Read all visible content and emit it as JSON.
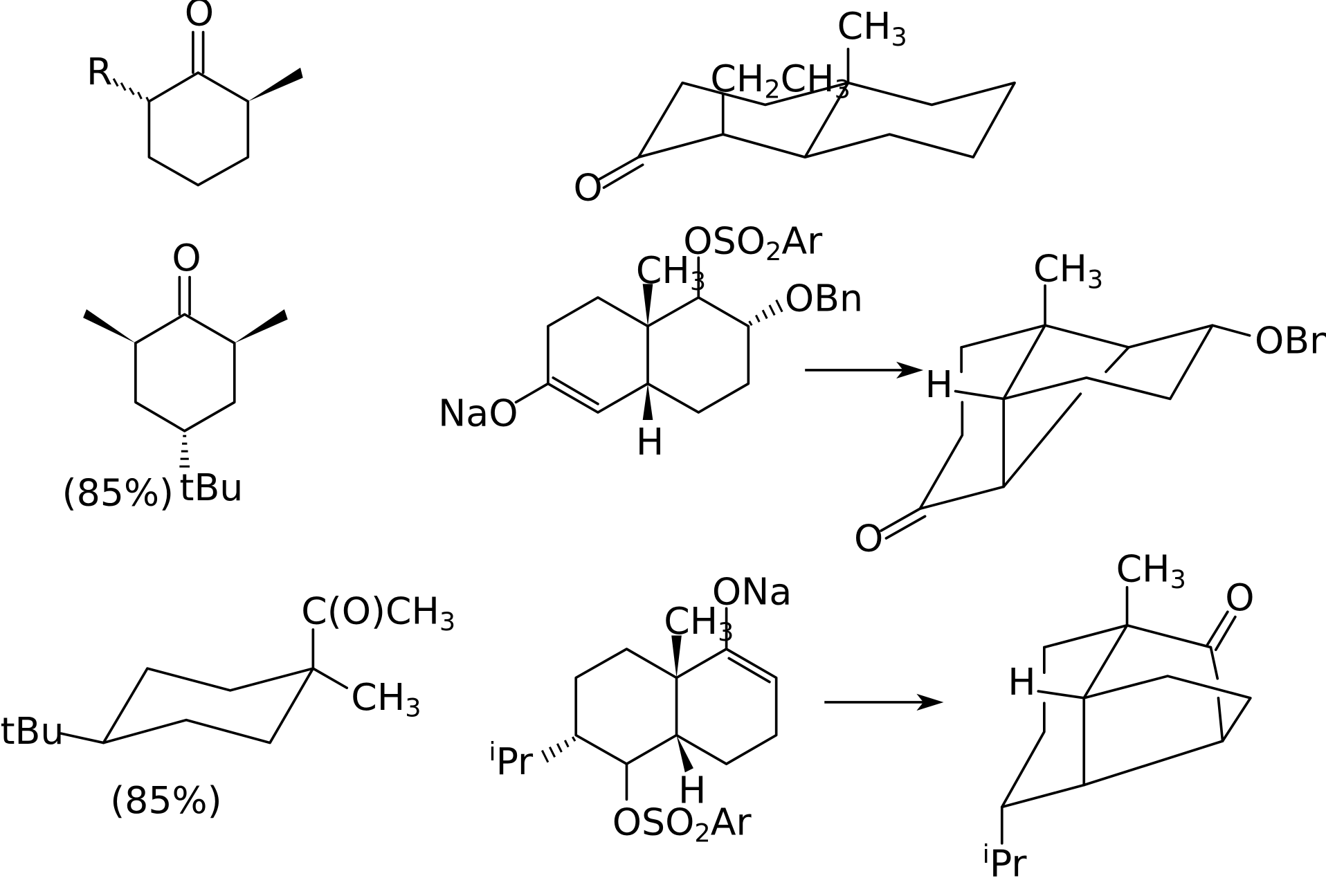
{
  "compound_1": {
    "o_label": "O",
    "r_label": "R"
  },
  "compound_2": {
    "methyl_label": "CH",
    "methyl_sub": "3",
    "ethyl_label_a": "CH",
    "ethyl_sub_a": "2",
    "ethyl_label_b": "CH",
    "ethyl_sub_b": "3",
    "o_label": "O"
  },
  "compound_3": {
    "o_label": "O",
    "tbu_label": "tBu",
    "yield_label": "(85%)"
  },
  "reaction_1": {
    "reactant": {
      "sulfonate_label_a": "OSO",
      "sulfonate_sub": "2",
      "sulfonate_label_b": "Ar",
      "methyl_label": "CH",
      "methyl_sub": "3",
      "obn_label": "OBn",
      "nao_label": "NaO",
      "h_label": "H"
    },
    "product": {
      "methyl_label": "CH",
      "methyl_sub": "3",
      "obn_label": "OBn",
      "h_label": "H",
      "o_label": "O"
    }
  },
  "compound_4": {
    "acetyl_label_a": "C(O)CH",
    "acetyl_sub": "3",
    "methyl_label": "CH",
    "methyl_sub": "3",
    "tbu_label": "tBu",
    "yield_label": "(85%)"
  },
  "reaction_2": {
    "reactant": {
      "ona_label": "ONa",
      "methyl_label": "CH",
      "methyl_sub": "3",
      "ipr_sup": "i",
      "ipr_label": "Pr",
      "h_label": "H",
      "sulfonate_label_a": "OSO",
      "sulfonate_sub": "2",
      "sulfonate_label_b": "Ar"
    },
    "product": {
      "methyl_label": "CH",
      "methyl_sub": "3",
      "o_label": "O",
      "h_label": "H",
      "ipr_sup": "i",
      "ipr_label": "Pr"
    }
  }
}
